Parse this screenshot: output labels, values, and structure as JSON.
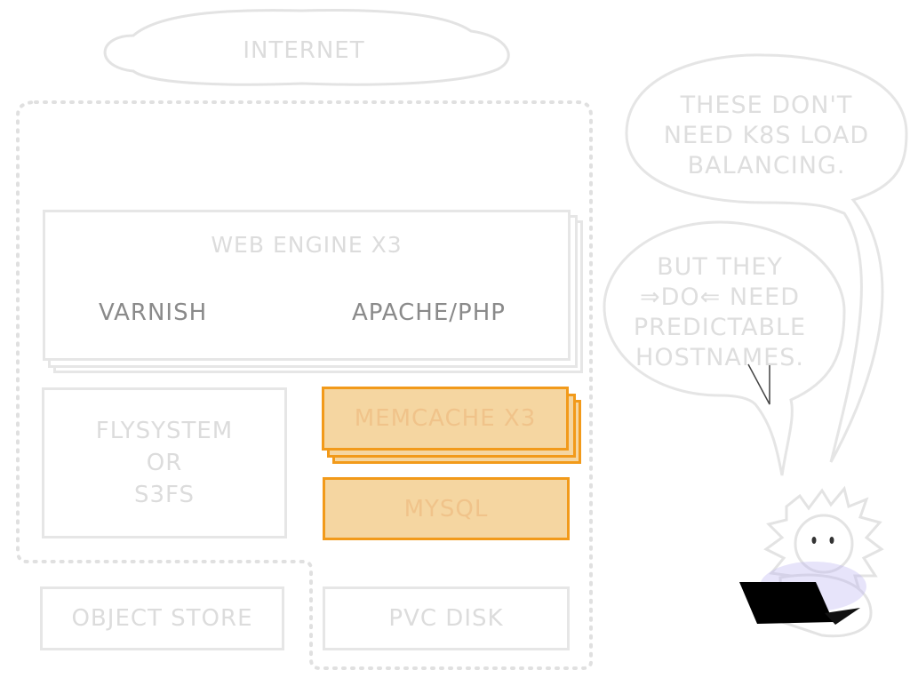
{
  "cloud": {
    "label": "INTERNET"
  },
  "web_engine": {
    "label": "WEB ENGINE X3",
    "left": "VARNISH",
    "right": "APACHE/PHP"
  },
  "flysystem": {
    "line1": "FLYSYSTEM",
    "line2": "OR",
    "line3": "S3FS"
  },
  "memcache": {
    "label": "MEMCACHE X3"
  },
  "mysql": {
    "label": "MYSQL"
  },
  "object_store": {
    "label": "OBJECT STORE"
  },
  "pvc_disk": {
    "label": "PVC DISK"
  },
  "bubble_top": {
    "line1": "THESE DON'T",
    "line2": "NEED K8S LOAD",
    "line3": "BALANCING."
  },
  "bubble_bottom": {
    "line1": "BUT THEY",
    "line2": "⇒DO⇐ NEED",
    "line3": "PREDICTABLE",
    "line4": "HOSTNAMES."
  },
  "colors": {
    "orange_border": "#f29a1a",
    "orange_fill": "#f5d6a1",
    "ghost": "#e6e6e6",
    "text_dark": "#8a8a8a"
  }
}
